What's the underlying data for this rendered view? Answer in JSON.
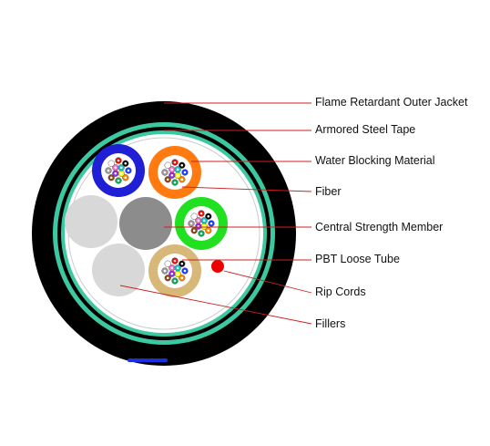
{
  "labels": {
    "outer_jacket": "Flame Retardant Outer Jacket",
    "steel_tape": "Armored Steel Tape",
    "water_blocking": "Water Blocking Material",
    "fiber": "Fiber",
    "central_member": "Central Strength Member",
    "loose_tube": "PBT Loose Tube",
    "rip_cords": "Rip Cords",
    "fillers": "Fillers"
  },
  "colors": {
    "jacket": "#000000",
    "steel_tape": "#3cc8a0",
    "inner_sheath": "#ffffff",
    "central_member": "#8c8c8c",
    "filler": "#d8d8d8",
    "tube_blue": "#1f1fd6",
    "tube_orange": "#ff7a10",
    "tube_green": "#20e020",
    "tube_tan": "#d8b878",
    "rip_cord": "#ee0000",
    "leader_line": "#cc2020",
    "jacket_marking": "#1830e0"
  },
  "fiber_colors": [
    "#1a3cff",
    "#ff8800",
    "#00b050",
    "#8b4513",
    "#9a9a9a",
    "#ffffff",
    "#ff0000",
    "#000000",
    "#ffff00",
    "#8a2be2",
    "#ff66cc",
    "#00c8c8"
  ]
}
